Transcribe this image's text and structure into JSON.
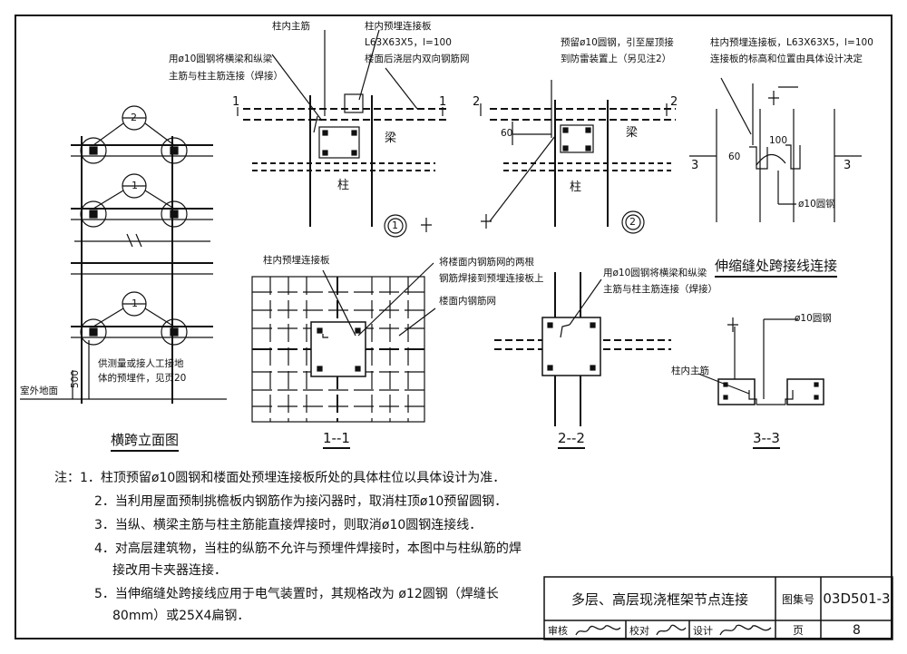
{
  "labels": {
    "col_main_bar": "柱内主筋",
    "col_plate": "柱内预埋连接板",
    "plate_spec": "L63X63X5，l=100",
    "floor_mesh": "楼面后浇层内双向钢筋网",
    "use_round": "用ø10圆钢将横梁和纵梁",
    "main_weld": "主筋与柱主筋连接（焊接）",
    "reserve_l1": "预留ø10圆钢，引至屋顶接",
    "reserve_l2": "到防雷装置上（另见注2）",
    "plate_b1": "柱内预埋连接板，L63X63X5，l=100",
    "plate_b2": "连接板的标高和位置由具体设计决定",
    "beam": "梁",
    "column": "柱",
    "c1": "1",
    "c2": "2",
    "c3": "3",
    "dim60": "60",
    "dim100": "100",
    "round10": "ø10圆钢",
    "expansion_title": "伸缩缝处跨接线连接",
    "col_plate_2": "柱内预埋连接板",
    "mesh_weld_1": "将楼面内钢筋网的两根",
    "mesh_weld_2": "钢筋焊接到预埋连接板上",
    "mesh_in_floor": "楼面内钢筋网",
    "use_round_2": "用ø10圆钢将横梁和纵梁",
    "main_weld_2": "主筋与柱主筋连接（焊接）",
    "round10_b": "ø10圆钢",
    "col_main_bar_2": "柱内主筋",
    "measure_1": "供测量或接人工接地",
    "measure_2": "体的预埋件，见页20",
    "outdoor": "室外地面",
    "dim500": "500",
    "elev_title": "横跨立面图",
    "sec11": "1--1",
    "sec22": "2--2",
    "sec33": "3--3"
  },
  "notes": [
    "注：1．柱顶预留ø10圆钢和楼面处预埋连接板所处的具体柱位以具体设计为准．",
    "2．当利用屋面预制挑檐板内钢筋作为接闪器时，取消柱顶ø10预留圆钢．",
    "3．当纵、横梁主筋与柱主筋能直接焊接时，则取消ø10圆钢连接线．",
    "4．对高层建筑物，当柱的纵筋不允许与预埋件焊接时，本图中与柱纵筋的焊",
    "接改用卡夹器连接．",
    "5．当伸缩缝处跨接线应用于电气装置时，其规格改为 ø12圆钢（焊缝长",
    "80mm）或25X4扁钢．"
  ],
  "title_block": {
    "title": "多层、高层现浇框架节点连接",
    "atlas_label": "图集号",
    "atlas_no": "03D501-3",
    "review": "审核",
    "check": "校对",
    "design": "设计",
    "page_label": "页",
    "page_no": "8"
  }
}
